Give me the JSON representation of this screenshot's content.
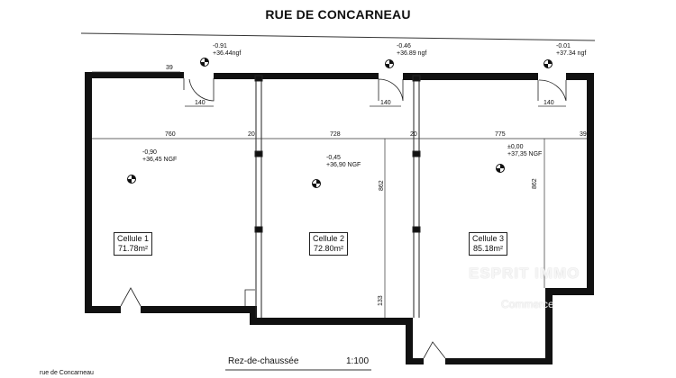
{
  "title": "RUE DE CONCARNEAU",
  "levels": {
    "top_left": [
      "-0.91",
      "+36.44ngf"
    ],
    "top_mid": [
      "-0.46",
      "+36.89 ngf"
    ],
    "top_right": [
      "-0.01",
      "+37.34 ngf"
    ],
    "cell1": [
      "-0,90",
      "+36,45 NGF"
    ],
    "cell2": [
      "-0,45",
      "+36,90 NGF"
    ],
    "cell3": [
      "±0,00",
      "+37,35 NGF"
    ]
  },
  "dimensions": {
    "top_39": "39",
    "door_140_a": "140",
    "door_140_b": "140",
    "door_140_c": "140",
    "w760": "760",
    "w20_a": "20",
    "w728": "728",
    "w20_b": "20",
    "w775": "775",
    "w39": "39",
    "h862_a": "862",
    "h862_b": "862",
    "h133": "133"
  },
  "cells": [
    {
      "name": "Cellule 1",
      "area": "71.78m²"
    },
    {
      "name": "Cellule 2",
      "area": "72.80m²"
    },
    {
      "name": "Cellule 3",
      "area": "85.18m²"
    }
  ],
  "floor_label": "Rez-de-chaussée",
  "scale": "1:100",
  "footer": "rue de Concarneau",
  "watermark": "ESPRIT IMMO",
  "watermark_sub": "Commerce"
}
